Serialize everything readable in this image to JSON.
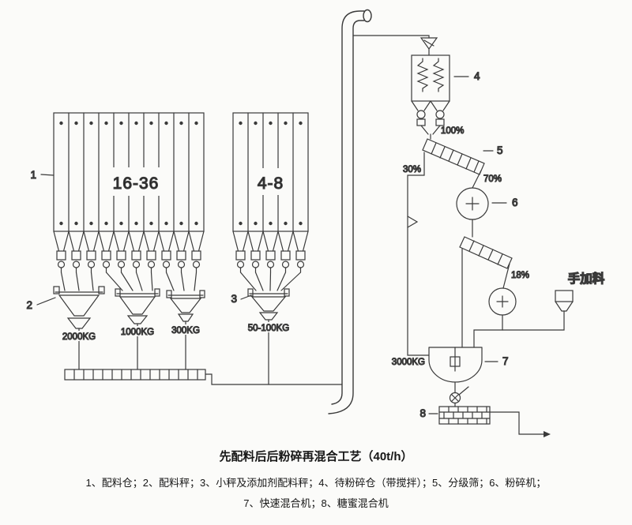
{
  "colors": {
    "background": "#fbfbf9",
    "line": "#3a3a3a",
    "text": "#1f1f1f"
  },
  "diagram": {
    "bank_left": {
      "label": "16-36"
    },
    "bank_right": {
      "label": "4-8"
    },
    "callouts": {
      "n1": "1",
      "n2": "2",
      "n3": "3",
      "n4": "4",
      "n5": "5",
      "n6": "6",
      "n7": "7",
      "n8": "8"
    },
    "capacities": {
      "scale1": "2000KG",
      "scale2": "1000KG",
      "scale3": "300KG",
      "scale4": "50-100KG",
      "mixer": "3000KG"
    },
    "percents": {
      "feed": "100%",
      "fines": "30%",
      "overs": "70%",
      "regrind": "18%"
    },
    "manual_feed": "手加料"
  },
  "caption": {
    "title": "先配料后后粉碎再混合工艺（40t/h）",
    "legend_line1": "1、配料仓；2、配料秤；3、小秤及添加剂配料秤；4、待粉碎仓（带搅拌）；5、分级筛；6、粉碎机；",
    "legend_line2": "7、快速混合机；8、糖蜜混合机"
  }
}
